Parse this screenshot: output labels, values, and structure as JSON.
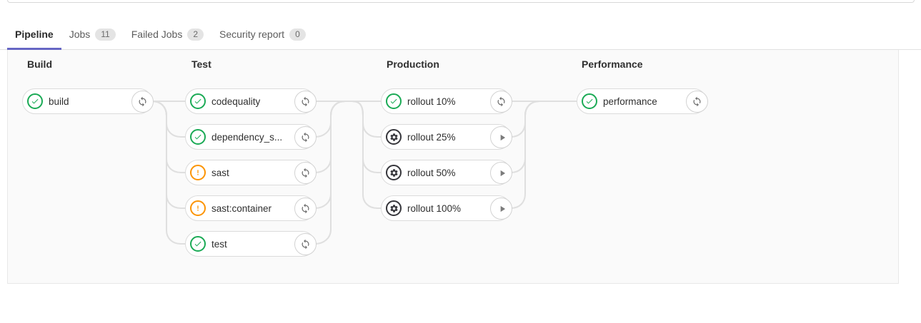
{
  "tabs": {
    "items": [
      {
        "label": "Pipeline",
        "badge": ""
      },
      {
        "label": "Jobs",
        "badge": "11"
      },
      {
        "label": "Failed Jobs",
        "badge": "2"
      },
      {
        "label": "Security report",
        "badge": "0"
      }
    ]
  },
  "stages": [
    {
      "name": "Build",
      "jobs": [
        {
          "name": "build",
          "status": "success",
          "action": "retry"
        }
      ]
    },
    {
      "name": "Test",
      "jobs": [
        {
          "name": "codequality",
          "status": "success",
          "action": "retry"
        },
        {
          "name": "dependency_s...",
          "status": "success",
          "action": "retry"
        },
        {
          "name": "sast",
          "status": "warning",
          "action": "retry"
        },
        {
          "name": "sast:container",
          "status": "warning",
          "action": "retry"
        },
        {
          "name": "test",
          "status": "success",
          "action": "retry"
        }
      ]
    },
    {
      "name": "Production",
      "jobs": [
        {
          "name": "rollout 10%",
          "status": "success",
          "action": "retry"
        },
        {
          "name": "rollout 25%",
          "status": "manual",
          "action": "play"
        },
        {
          "name": "rollout 50%",
          "status": "manual",
          "action": "play"
        },
        {
          "name": "rollout 100%",
          "status": "manual",
          "action": "play"
        }
      ]
    },
    {
      "name": "Performance",
      "jobs": [
        {
          "name": "performance",
          "status": "success",
          "action": "retry"
        }
      ]
    }
  ],
  "icons": {
    "success": "check-circle-icon",
    "warning": "exclamation-circle-icon",
    "manual": "gear-circle-icon",
    "retry": "retry-icon",
    "play": "play-icon"
  },
  "colors": {
    "accent": "#6666c4",
    "success": "#1aaa55",
    "warning": "#fc9403",
    "manual": "#36363b",
    "connector": "#dfdfdf"
  }
}
